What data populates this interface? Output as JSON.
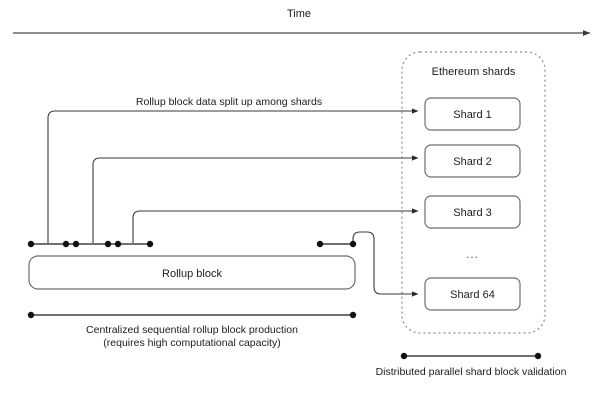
{
  "figure": {
    "timeline": {
      "label": "Time",
      "arrow_direction": "right"
    },
    "left_side": {
      "rollup_block_label": "Rollup block",
      "split_label": "Rollup block data split up among shards",
      "caption_line1": "Centralized sequential rollup block production",
      "caption_line2": "(requires high computational capacity)"
    },
    "shards_group": {
      "title": "Ethereum shards",
      "boxes": [
        {
          "label": "Shard 1"
        },
        {
          "label": "Shard 2"
        },
        {
          "label": "Shard 3"
        },
        {
          "label": "Shard 64"
        }
      ],
      "ellipsis": "...",
      "caption": "Distributed parallel shard block validation"
    },
    "colors": {
      "background": "#ffffff",
      "stroke": "#3a3a3a",
      "box_stroke": "#6e6e6e",
      "dashed_stroke": "#8c8c8c",
      "dot": "#111111",
      "text": "#1c1c1c"
    }
  }
}
